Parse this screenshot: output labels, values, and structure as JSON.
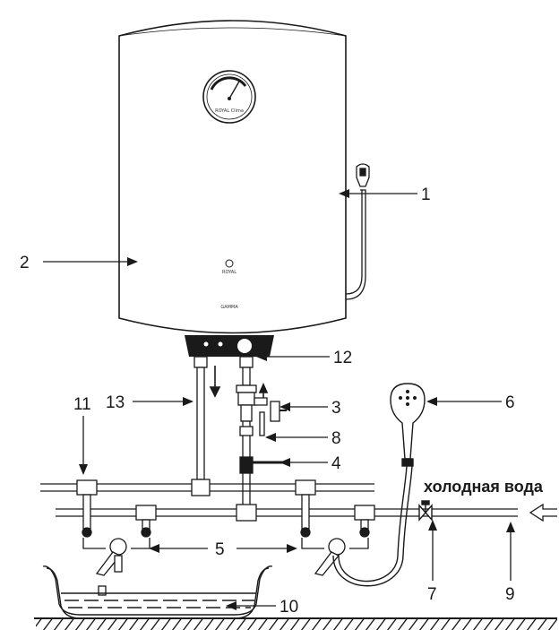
{
  "diagram": {
    "brand_text": "ROYAL",
    "model_text": "GAMMA",
    "gauge_text": "ROYAL Clima",
    "cold_water_label": "холодная вода",
    "callouts": {
      "c1": "1",
      "c2": "2",
      "c3": "3",
      "c4": "4",
      "c5": "5",
      "c6": "6",
      "c7": "7",
      "c8": "8",
      "c9": "9",
      "c10": "10",
      "c11": "11",
      "c12": "12",
      "c13": "13"
    }
  },
  "colors": {
    "stroke": "#1a1a1a",
    "panel": "#1a1a1a",
    "water": "#ffffff",
    "background": "#ffffff"
  },
  "icons": [
    "water-heater-tank-icon",
    "temperature-gauge-icon",
    "shower-head-icon",
    "faucet-icon",
    "valve-icon",
    "power-plug-icon",
    "flow-arrow-icon"
  ]
}
